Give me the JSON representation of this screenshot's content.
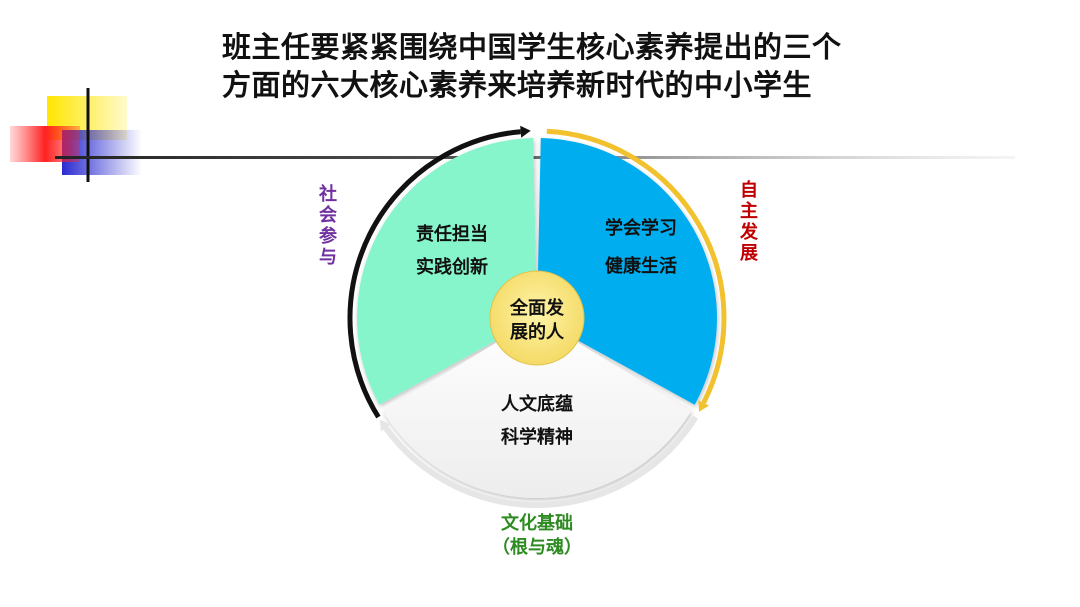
{
  "title": {
    "line1": "班主任要紧紧围绕中国学生核心素养提出的三个",
    "line2": "方面的六大核心素养来培养新时代的中小学生"
  },
  "center": {
    "line1": "全面发",
    "line2": "展的人",
    "color": "#F5E27A"
  },
  "segments": {
    "social": {
      "line1": "责任担当",
      "line2": "实践创新",
      "color": "#86F5CC"
    },
    "self": {
      "line1": "学会学习",
      "line2": "健康生活",
      "color": "#00AEEF"
    },
    "culture": {
      "line1": "人文底蕴",
      "line2": "科学精神",
      "color": "#F4F4F4"
    }
  },
  "labels": {
    "social": {
      "chars": [
        "社",
        "会",
        "参",
        "与"
      ],
      "color": "#7030A0"
    },
    "self": {
      "chars": [
        "自",
        "主",
        "发",
        "展"
      ],
      "color": "#C00000"
    },
    "culture": {
      "line1": "文化基础",
      "line2": "（根与魂）",
      "color": "#2E8B22"
    }
  },
  "arrow_colors": {
    "social": "#111111",
    "self": "#F2C12E",
    "culture": "#E6E6E6"
  }
}
